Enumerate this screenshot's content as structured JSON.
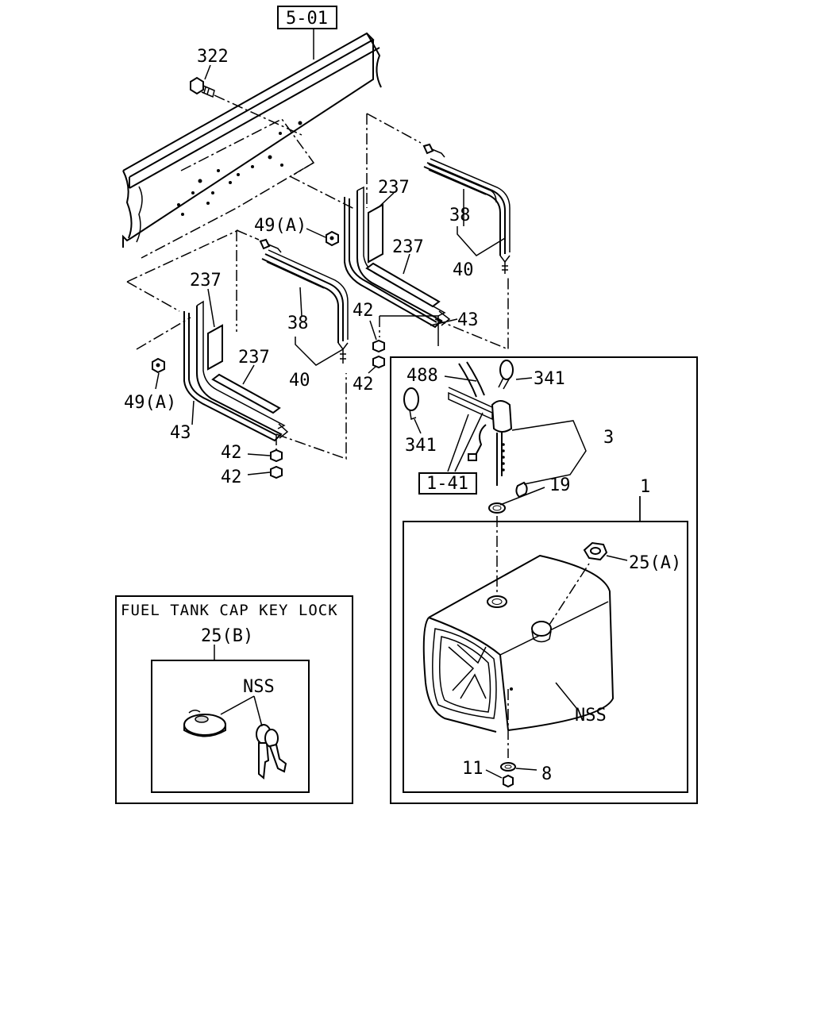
{
  "diagram": {
    "ref_top": "5-01",
    "ref_pipe": "1-41",
    "inset_title": "FUEL TANK CAP KEY LOCK",
    "labels": {
      "bolt": "322",
      "nut_a_upper": "49(A)",
      "nut_a_lower": "49(A)",
      "pad_upper_1": "237",
      "pad_upper_2": "237",
      "pad_lower_1": "237",
      "pad_lower_2": "237",
      "strap_upper": "38",
      "strap_lower": "38",
      "rod_upper": "40",
      "rod_lower": "40",
      "bracket_upper": "43",
      "bracket_lower": "43",
      "nut_upper_1": "42",
      "nut_upper_2": "42",
      "nut_lower_1": "42",
      "nut_lower_2": "42",
      "hose": "488",
      "clip_right": "341",
      "clip_left": "341",
      "gauge_unit": "3",
      "gasket": "19",
      "tank": "1",
      "cap_a": "25(A)",
      "cap_b": "25(B)",
      "nss_tank": "NSS",
      "nss_key": "NSS",
      "drain_plug": "11",
      "washer": "8"
    }
  }
}
